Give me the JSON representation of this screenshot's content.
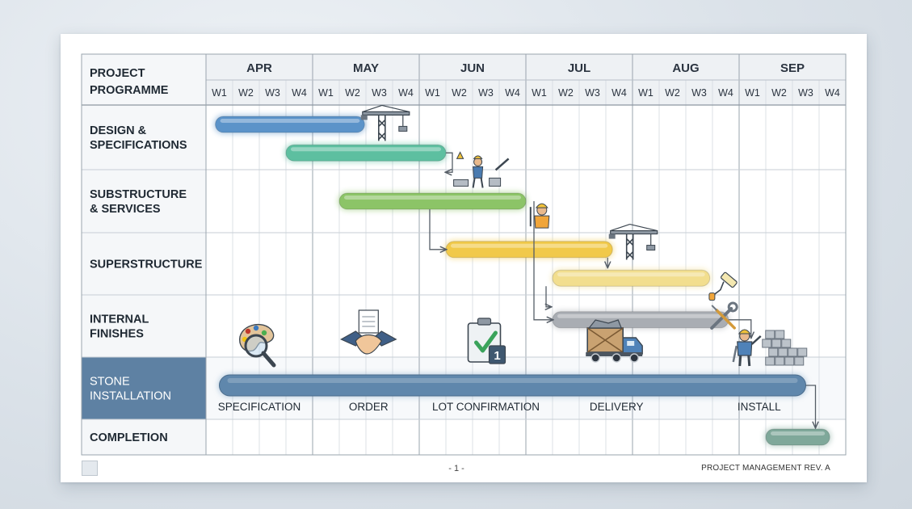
{
  "chart_data": {
    "type": "gantt",
    "title": "PROJECT PROGRAMME",
    "months": [
      "APR",
      "MAY",
      "JUN",
      "JUL",
      "AUG",
      "SEP"
    ],
    "weeks": [
      "W1",
      "W2",
      "W3",
      "W4"
    ],
    "rows": [
      "DESIGN & SPECIFICATIONS",
      "SUBSTRUCTURE & SERVICES",
      "SUPERSTRUCTURE",
      "INTERNAL FINISHES",
      "STONE INSTALLATION",
      "COMPLETION"
    ],
    "highlighted_row": "STONE INSTALLATION",
    "tasks": [
      {
        "row": 0,
        "start_week": 0.35,
        "end_week": 5.95,
        "color": "#5b93c9"
      },
      {
        "row": 0,
        "start_week": 3.0,
        "end_week": 9.0,
        "color": "#5dbfa0"
      },
      {
        "row": 1,
        "start_week": 5.0,
        "end_week": 12.0,
        "color": "#8cc467"
      },
      {
        "row": 2,
        "start_week": 9.0,
        "end_week": 15.25,
        "color": "#f1c94a"
      },
      {
        "row": 2,
        "start_week": 13.0,
        "end_week": 18.9,
        "color": "#f2de8e"
      },
      {
        "row": 3,
        "start_week": 13.0,
        "end_week": 19.6,
        "color": "#a9adb3"
      },
      {
        "row": 5,
        "start_week": 21.0,
        "end_week": 23.4,
        "color": "#7fa89a"
      }
    ],
    "stone_bar": {
      "row": 4,
      "start_week": 0.5,
      "end_week": 22.5,
      "color": "#5f87ac"
    },
    "milestones": [
      {
        "label": "SPECIFICATION",
        "week": 2.0,
        "icon": "palette-magnifier-icon"
      },
      {
        "label": "ORDER",
        "week": 6.1,
        "icon": "handshake-icon"
      },
      {
        "label": "LOT CONFIRMATION",
        "week": 10.5,
        "icon": "clipboard-check-icon"
      },
      {
        "label": "DELIVERY",
        "week": 15.4,
        "icon": "delivery-truck-icon"
      },
      {
        "label": "INSTALL",
        "week": 20.75,
        "icon": "worker-with-stone-wall-icon"
      }
    ],
    "decor_icons": [
      {
        "name": "tower-crane-icon",
        "row": 0,
        "week": 6.6
      },
      {
        "name": "workers-tools-icon",
        "row": 0,
        "week": 10.2
      },
      {
        "name": "construction-worker-icon",
        "row": 1,
        "week": 12.6
      },
      {
        "name": "tower-crane-icon",
        "row": 2,
        "week": 15.9
      },
      {
        "name": "paint-roller-icon",
        "row": 2,
        "week": 19.3
      },
      {
        "name": "wrench-screwdriver-icon",
        "row": 3,
        "week": 19.4
      }
    ]
  },
  "footer": {
    "page": "- 1 -",
    "reference": "PROJECT MANAGEMENT REV. A"
  }
}
